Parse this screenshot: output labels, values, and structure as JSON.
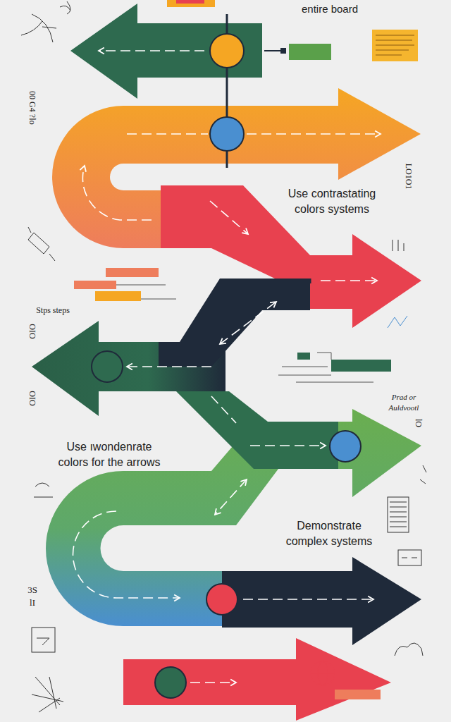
{
  "diagram": {
    "title": "entire board",
    "labels": [
      "Use contrastating colors systems",
      "Stps steps",
      "Use ıwondenrate colors for the arrows",
      "Prad or Auldvootl",
      "Demonstrate complex systems",
      "00 G4 ?",
      "lo",
      "LO1O1",
      "OIO",
      "OIO",
      "lO",
      "3S lI"
    ]
  }
}
